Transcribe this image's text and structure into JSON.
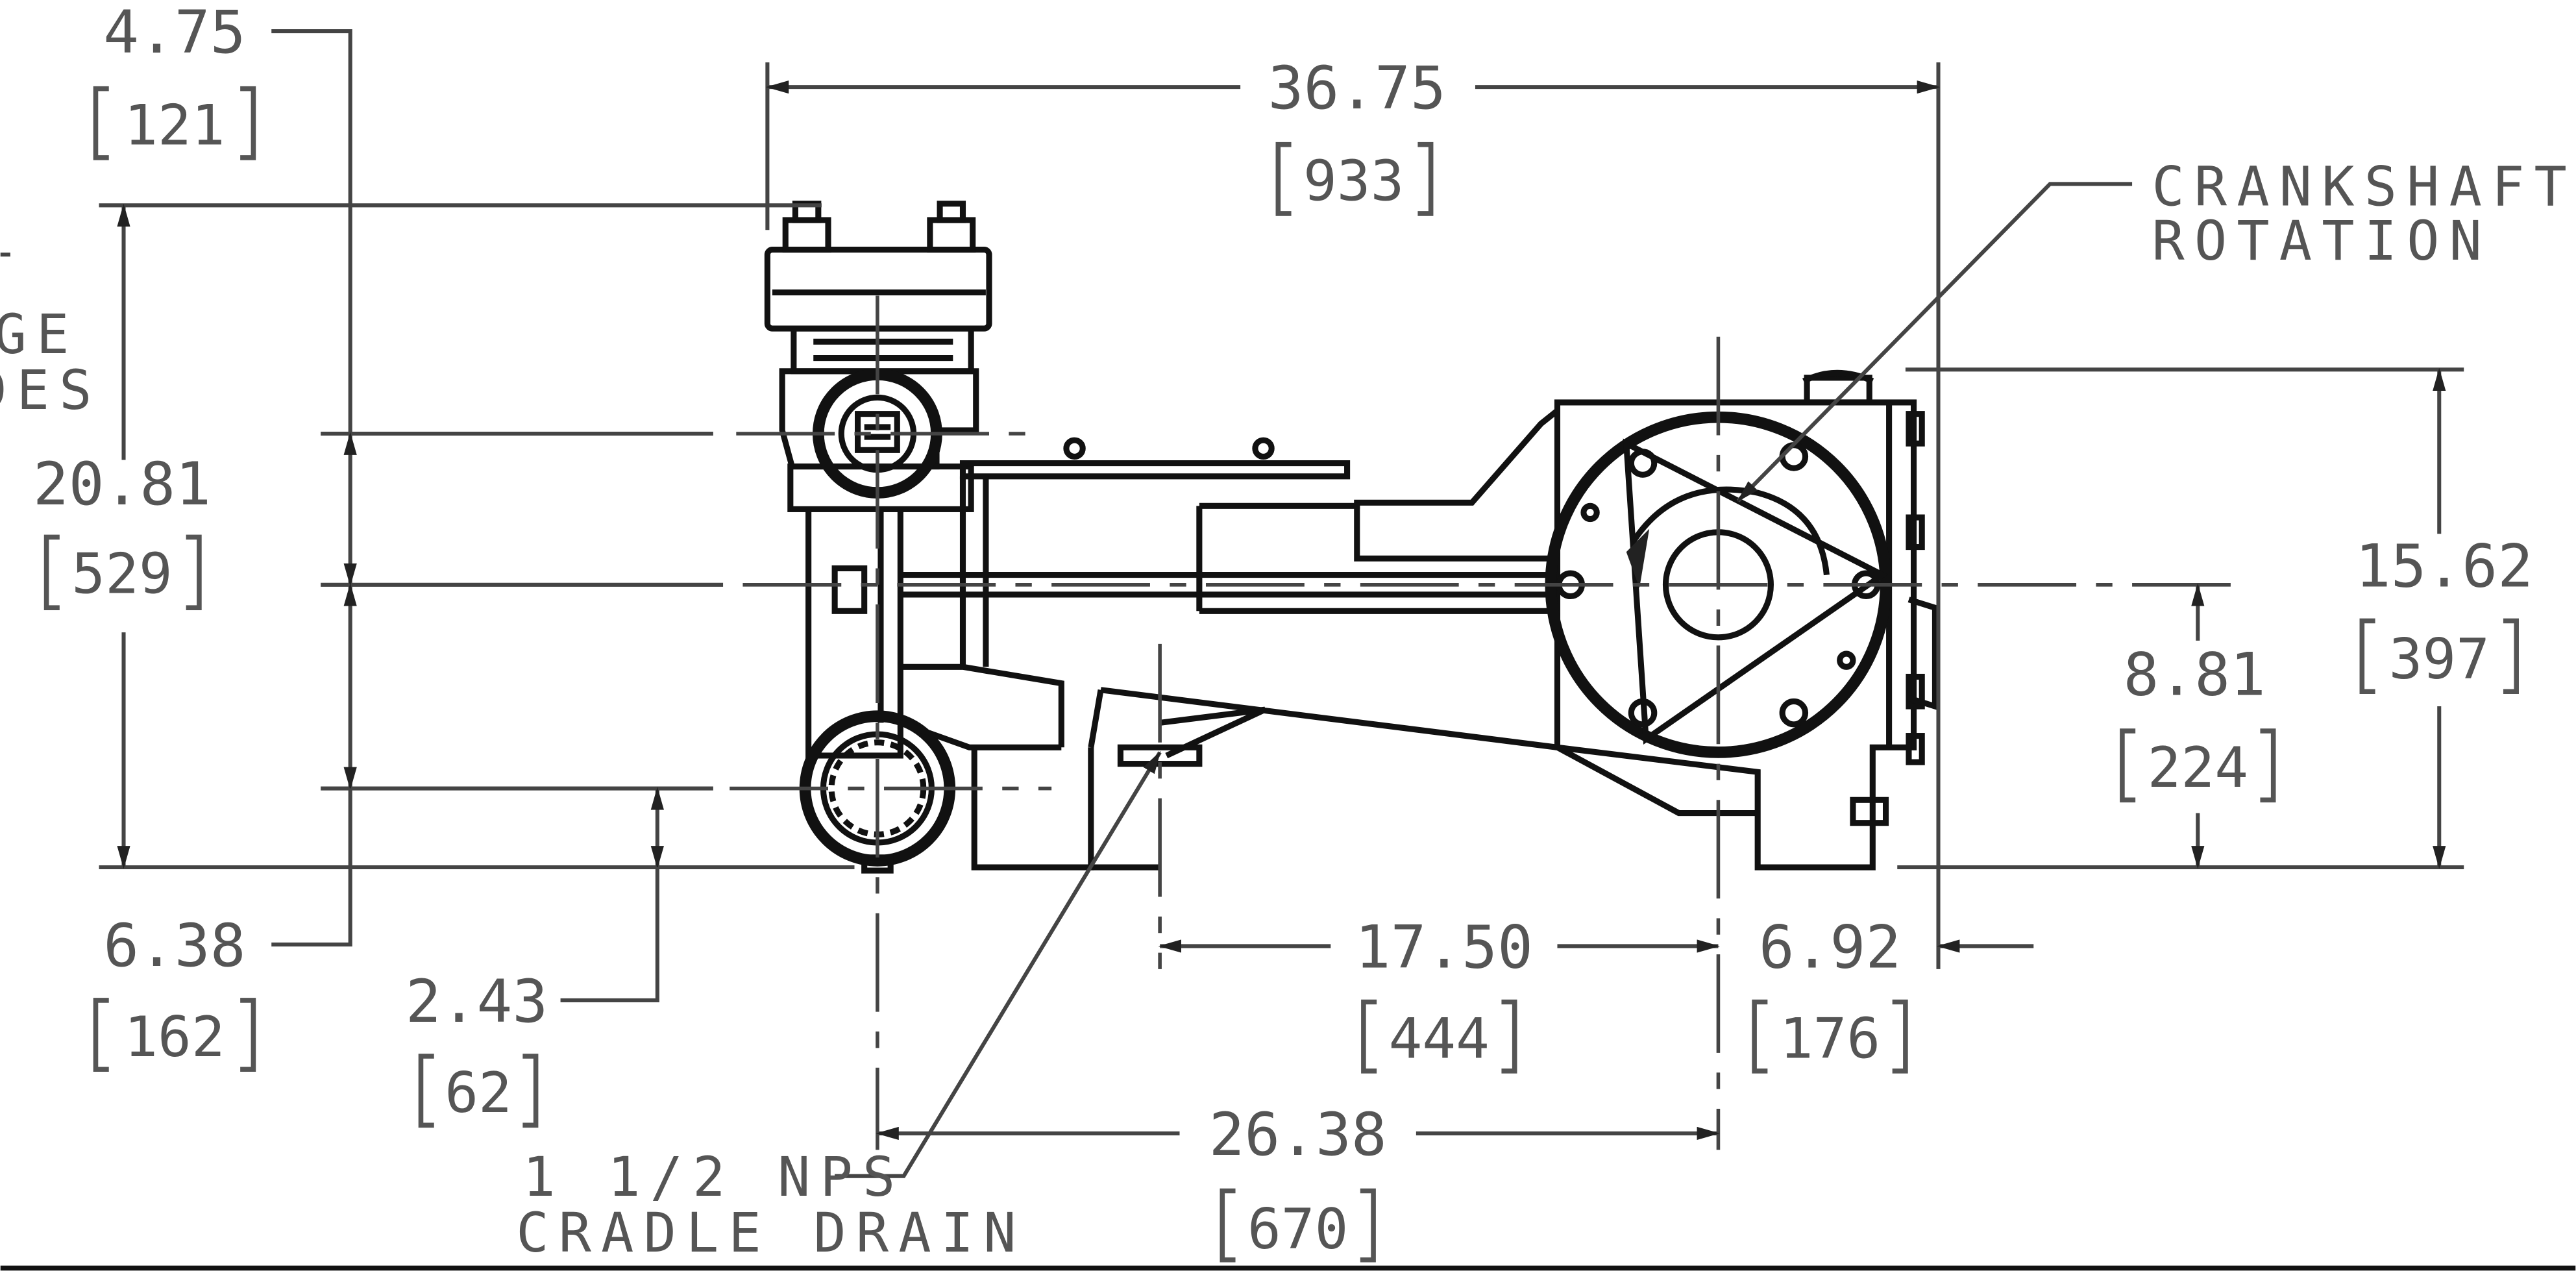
{
  "dimensions": {
    "d_4_75": {
      "value": "4.75",
      "metric": "121"
    },
    "d_36_75": {
      "value": "36.75",
      "metric": "933"
    },
    "d_20_81": {
      "value": "20.81",
      "metric": "529"
    },
    "d_15_62": {
      "value": "15.62",
      "metric": "397"
    },
    "d_8_81": {
      "value": "8.81",
      "metric": "224"
    },
    "d_6_38": {
      "value": "6.38",
      "metric": "162"
    },
    "d_2_43": {
      "value": "2.43",
      "metric": "62"
    },
    "d_17_50": {
      "value": "17.50",
      "metric": "444"
    },
    "d_6_92": {
      "value": "6.92",
      "metric": "176"
    },
    "d_26_38": {
      "value": "26.38",
      "metric": "670"
    }
  },
  "notes": {
    "crankshaft_line1": "CRANKSHAFT",
    "crankshaft_line2": "ROTATION",
    "drain_line1": "1 1/2 NPS",
    "drain_line2": "CRADLE DRAIN",
    "flange_partial_line1": "GE",
    "flange_partial_line2": "DES"
  },
  "colors": {
    "line": "#111111",
    "text": "#555555"
  }
}
